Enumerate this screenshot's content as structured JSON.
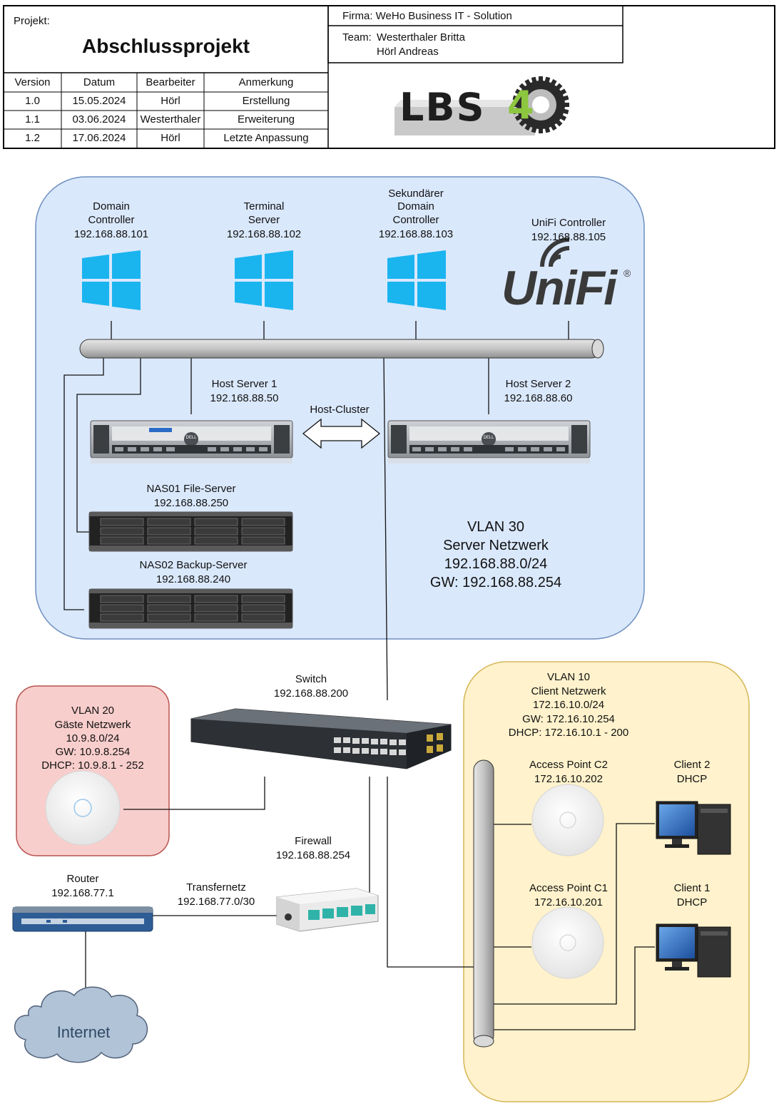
{
  "header": {
    "projekt_label": "Projekt:",
    "projekt_title": "Abschlussprojekt",
    "firma": "Firma: WeHo Business IT - Solution",
    "team_label": "Team:",
    "team_member_1": "Westerthaler Britta",
    "team_member_2": "Hörl Andreas",
    "logo_text": "LBS",
    "logo_digit": "4",
    "table": {
      "columns": [
        "Version",
        "Datum",
        "Bearbeiter",
        "Anmerkung"
      ],
      "rows": [
        [
          "1.0",
          "15.05.2024",
          "Hörl",
          "Erstellung"
        ],
        [
          "1.1",
          "03.06.2024",
          "Westerthaler",
          "Erweiterung"
        ],
        [
          "1.2",
          "17.06.2024",
          "Hörl",
          "Letzte Anpassung"
        ]
      ]
    }
  },
  "server_vlan": {
    "name": "VLAN 30",
    "desc": "Server Netzwerk",
    "subnet": "192.168.88.0/24",
    "gw": "GW: 192.168.88.254",
    "dc": {
      "l1": "Domain",
      "l2": "Controller",
      "ip": "192.168.88.101"
    },
    "ts": {
      "l1": "Terminal",
      "l2": "Server",
      "ip": "192.168.88.102"
    },
    "sdc": {
      "l1": "Sekundärer",
      "l2": "Domain",
      "l3": "Controller",
      "ip": "192.168.88.103"
    },
    "unifi": {
      "l1": "UniFi Controller",
      "ip": "192.168.88.105",
      "logo": "UniFi",
      "reg": "®"
    },
    "host1": {
      "name": "Host Server 1",
      "ip": "192.168.88.50"
    },
    "host2": {
      "name": "Host Server 2",
      "ip": "192.168.88.60"
    },
    "cluster": "Host-Cluster",
    "nas1": {
      "name": "NAS01 File-Server",
      "ip": "192.168.88.250"
    },
    "nas2": {
      "name": "NAS02 Backup-Server",
      "ip": "192.168.88.240"
    },
    "dell_label": "DELL"
  },
  "switch": {
    "name": "Switch",
    "ip": "192.168.88.200"
  },
  "guest_vlan": {
    "name": "VLAN 20",
    "desc": "Gäste Netzwerk",
    "subnet": "10.9.8.0/24",
    "gw": "GW: 10.9.8.254",
    "dhcp": "DHCP: 10.9.8.1 - 252"
  },
  "client_vlan": {
    "name": "VLAN 10",
    "desc": "Client Netzwerk",
    "subnet": "172.16.10.0/24",
    "gw": "GW: 172.16.10.254",
    "dhcp": "DHCP: 172.16.10.1 - 200",
    "ap2": {
      "name": "Access Point C2",
      "ip": "172.16.10.202"
    },
    "ap1": {
      "name": "Access Point C1",
      "ip": "172.16.10.201"
    },
    "client2": {
      "name": "Client 2",
      "mode": "DHCP"
    },
    "client1": {
      "name": "Client 1",
      "mode": "DHCP"
    }
  },
  "firewall": {
    "name": "Firewall",
    "ip": "192.168.88.254"
  },
  "router": {
    "name": "Router",
    "ip": "192.168.77.1"
  },
  "transfer": {
    "name": "Transfernetz",
    "subnet": "192.168.77.0/30"
  },
  "internet": "Internet",
  "colors": {
    "server_zone": "#dae8fc",
    "guest_zone": "#f8cecc",
    "client_zone": "#fff2cc",
    "windows_blue": "#1ab4ef",
    "bus_gray": "#c7c7c7",
    "cloud": "#b1c3d6",
    "logo_green": "#8dc63f"
  }
}
